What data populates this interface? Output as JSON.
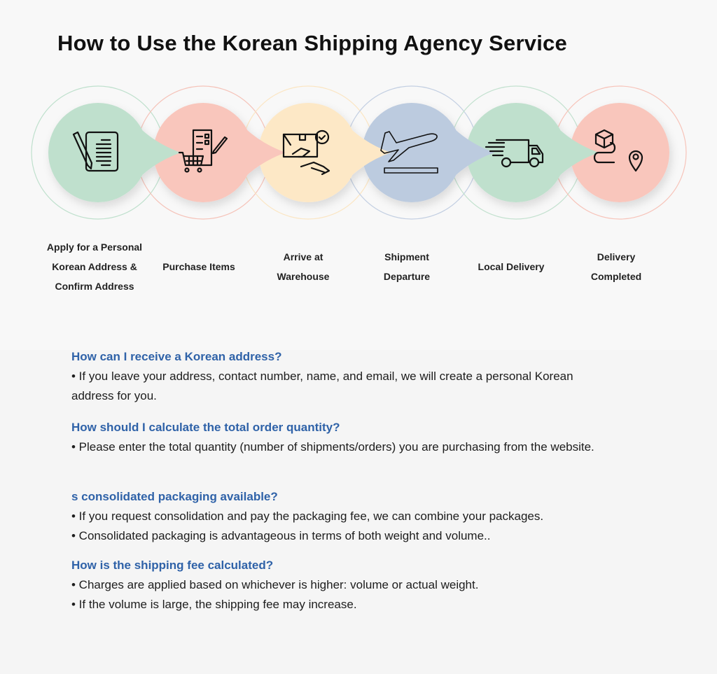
{
  "title": "How to Use the Korean Shipping Agency Service",
  "colors": {
    "green": "#bfe0cd",
    "pink": "#f9c6bc",
    "yellow": "#fde8c6",
    "blue": "#bccbdf",
    "heading": "#2f62a8"
  },
  "steps": [
    {
      "label": "Apply for a Personal Korean Address & Confirm Address",
      "icon": "document-pen-icon"
    },
    {
      "label": "Purchase Items",
      "icon": "cart-checklist-icon"
    },
    {
      "label": "Arrive at Warehouse",
      "icon": "package-handover-icon"
    },
    {
      "label": "Shipment Departure",
      "icon": "airplane-takeoff-icon"
    },
    {
      "label": "Local Delivery",
      "icon": "delivery-truck-icon"
    },
    {
      "label": "Delivery Completed",
      "icon": "package-location-icon"
    }
  ],
  "faq": [
    {
      "q": "How can I receive a Korean address?",
      "a": [
        "•  If you leave your address, contact number, name, and email, we will create a personal Korean address for you."
      ]
    },
    {
      "q": "How should I calculate the total order quantity?",
      "a": [
        "•  Please enter the total quantity (number of shipments/orders) you are purchasing from the website."
      ]
    },
    {
      "q": "s consolidated packaging available?",
      "a": [
        "•  If you request consolidation and pay the packaging fee, we can combine your packages.",
        "•  Consolidated packaging is advantageous in terms of both weight and volume.."
      ]
    },
    {
      "q": "How is the shipping fee calculated?",
      "a": [
        "•  Charges are applied based on whichever is higher: volume or actual weight.",
        "•  If the volume is large, the shipping fee may increase."
      ]
    }
  ]
}
